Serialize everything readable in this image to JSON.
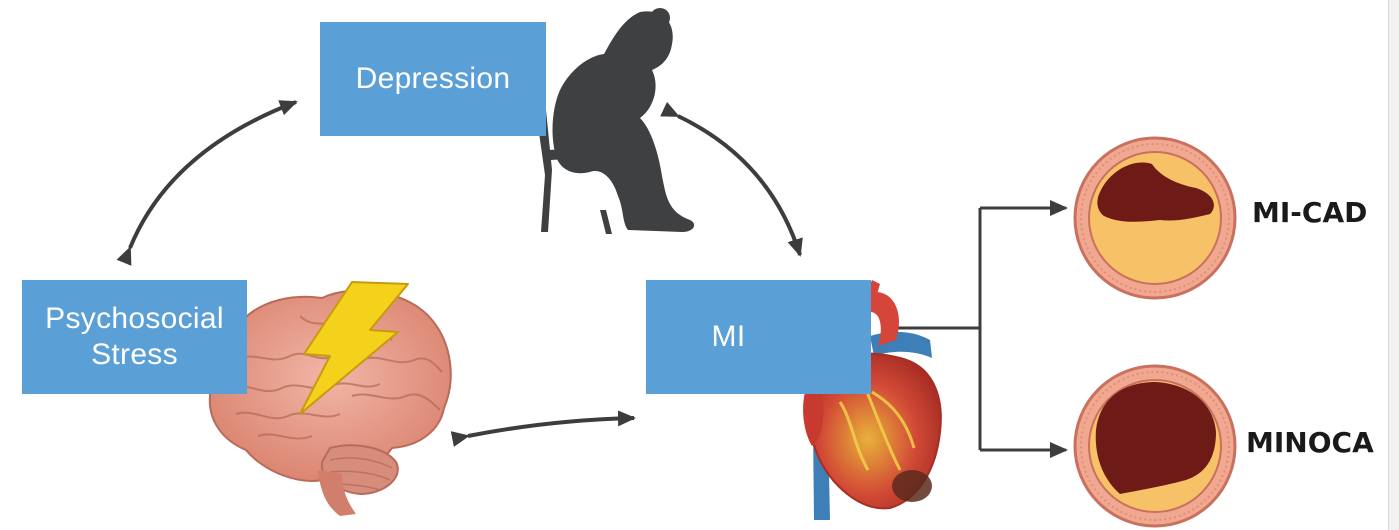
{
  "nodes": {
    "depression": "Depression",
    "stress_line1": "Psychosocial",
    "stress_line2": "Stress",
    "mi": "MI"
  },
  "outcomes": {
    "mi_cad": "MI-CAD",
    "minoca": "MINOCA"
  },
  "colors": {
    "box_blue": "#5a9fd6",
    "arrow": "#3d3d3d",
    "silhouette": "#3f4042",
    "artery_wall": "#f0a890",
    "plaque": "#f7c167",
    "lumen": "#6e1a16",
    "brain": "#e9a08f",
    "lightning": "#f4d21b",
    "heart_red": "#d6453a",
    "vessel_blue": "#3e7fb8"
  }
}
